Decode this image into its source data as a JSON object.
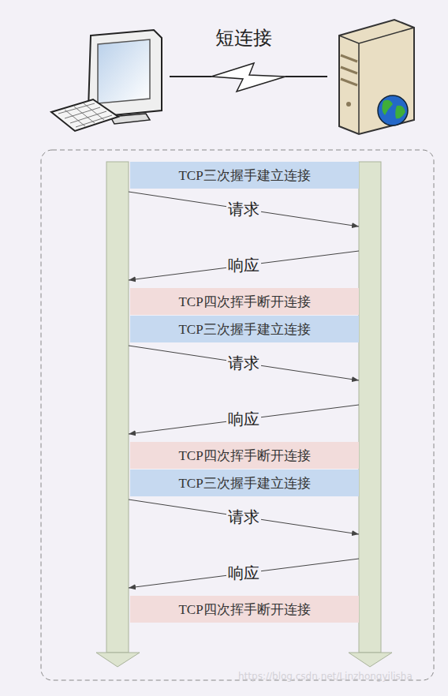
{
  "diagram": {
    "title": "短连接",
    "nodes": [
      {
        "text": [
          "TCP三次握手建立连接"
        ]
      },
      {
        "text": [
          "TCP四次挥手断开连接"
        ]
      },
      {
        "text": [
          "TCP三次握手建立连接"
        ]
      },
      {
        "text": [
          "TCP四次挥手断开连接"
        ]
      },
      {
        "text": [
          "TCP三次握手建立连接"
        ]
      },
      {
        "text": [
          "TCP四次挥手断开连接"
        ]
      }
    ],
    "labels": [
      "请求",
      "响应",
      "请求",
      "响应",
      "请求",
      "响应",
      "https://blog.csdn.net/Linzhongyilisha"
    ]
  }
}
